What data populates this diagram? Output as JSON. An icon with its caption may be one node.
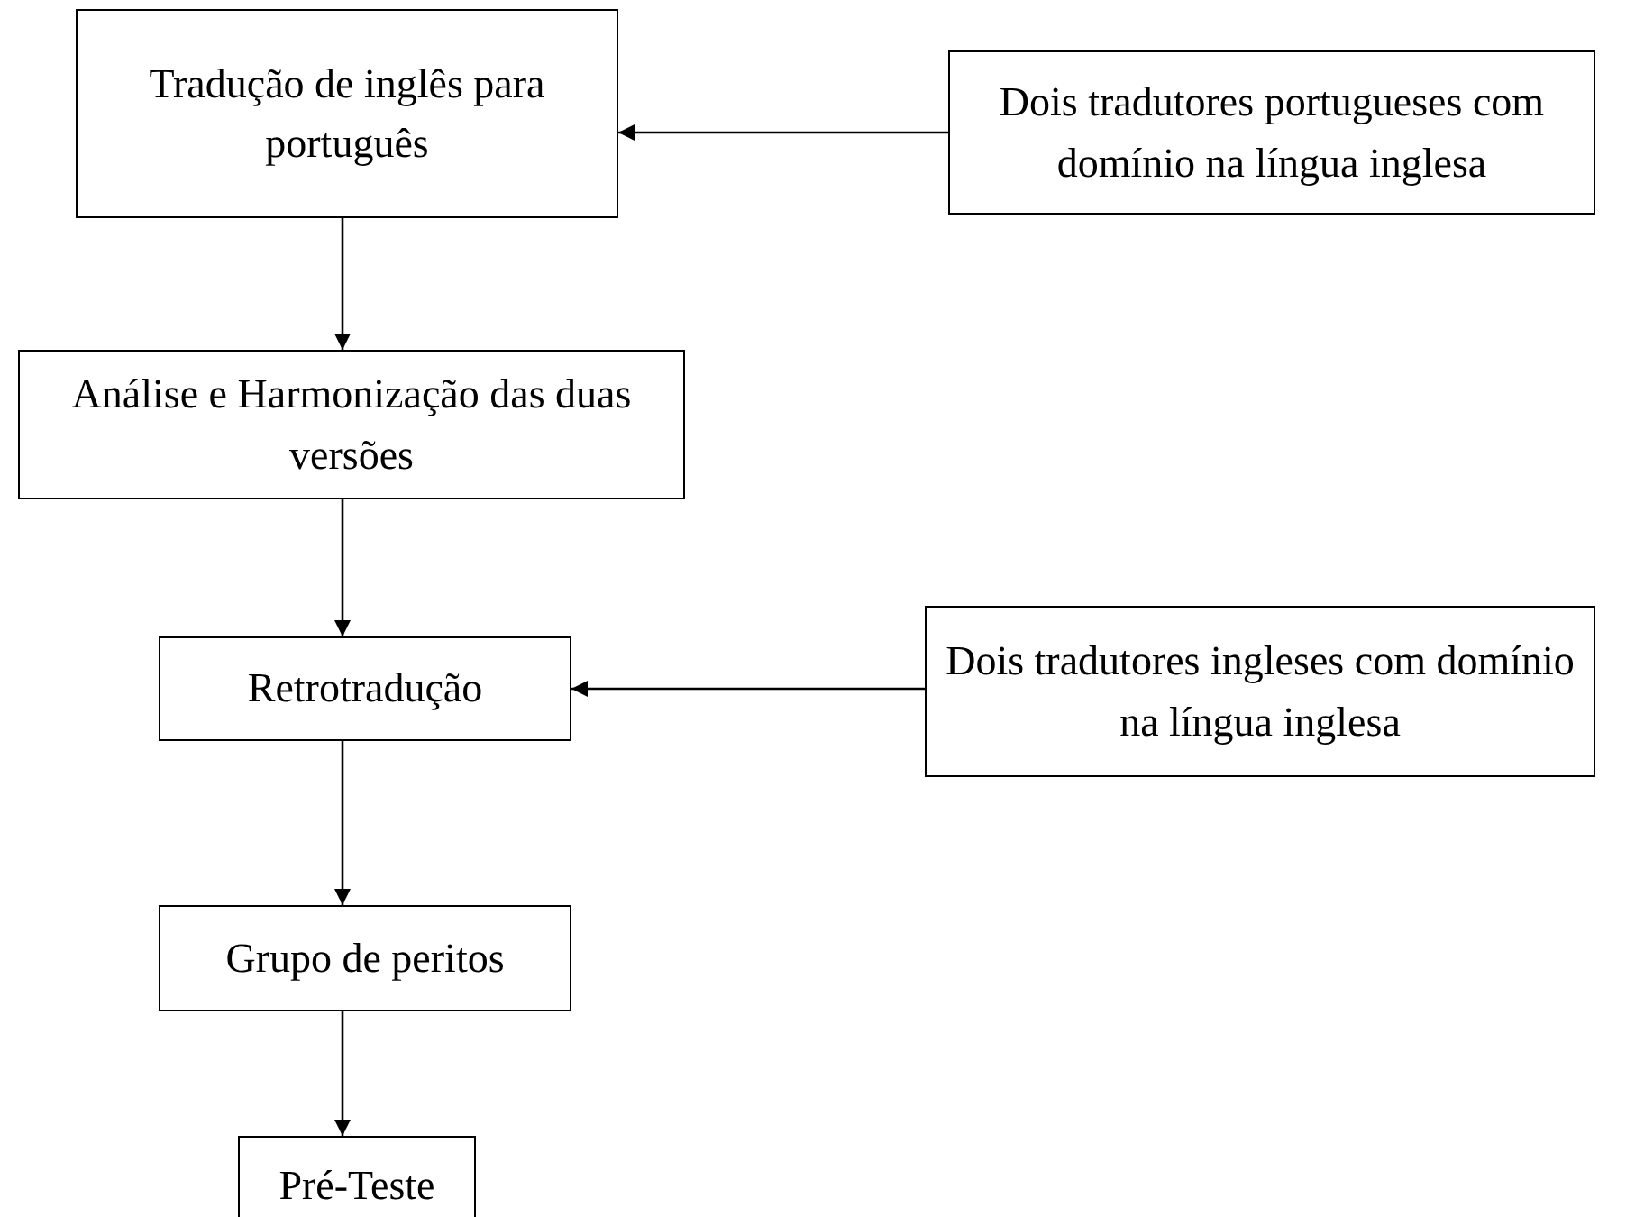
{
  "diagram": {
    "nodes": [
      {
        "text": [
          "Tradução de inglês para português"
        ]
      },
      {
        "text": [
          "Dois tradutores portugueses com domínio na língua inglesa"
        ]
      },
      {
        "text": [
          "Análise e Harmonização das duas versões"
        ]
      },
      {
        "text": [
          "Retrotradução"
        ]
      },
      {
        "text": [
          "Dois tradutores ingleses com domínio na língua inglesa"
        ]
      },
      {
        "text": [
          "Grupo de peritos"
        ]
      },
      {
        "text": [
          "Pré-Teste"
        ]
      }
    ],
    "edges": [
      {
        "from": 1,
        "to": 0,
        "arrow": "to"
      },
      {
        "from": 0,
        "to": 2,
        "arrow": "to"
      },
      {
        "from": 2,
        "to": 3,
        "arrow": "to"
      },
      {
        "from": 4,
        "to": 3,
        "arrow": "to"
      },
      {
        "from": 3,
        "to": 5,
        "arrow": "to"
      },
      {
        "from": 5,
        "to": 6,
        "arrow": "to"
      }
    ]
  }
}
